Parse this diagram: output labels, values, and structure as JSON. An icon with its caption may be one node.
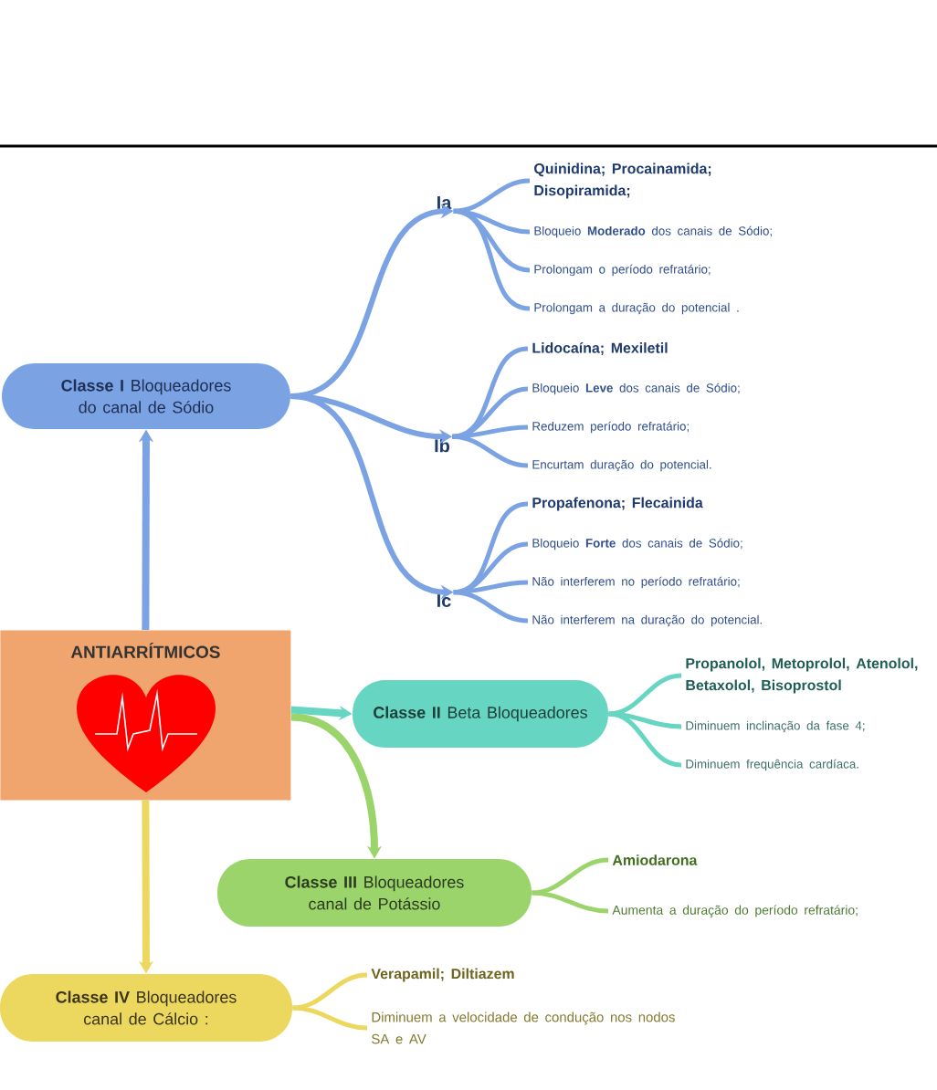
{
  "diagram": {
    "nodes": [
      {
        "text": [
          "ANTIARRÍTMICOS"
        ]
      },
      {
        "text": [
          "**Classe I** Bloqueadores do canal de Sódio"
        ]
      },
      {
        "text": [
          "Ia"
        ]
      },
      {
        "text": [
          "Ib"
        ]
      },
      {
        "text": [
          "Ic"
        ]
      },
      {
        "text": [
          "Quinidina; Procainamida; Disopiramida;"
        ]
      },
      {
        "text": [
          "Bloqueio **Moderado** dos canais de Sódio;"
        ]
      },
      {
        "text": [
          "Prolongam o período refratário;"
        ]
      },
      {
        "text": [
          "Prolongam a duração do potencial ."
        ]
      },
      {
        "text": [
          "Lidocaína; Mexiletil"
        ]
      },
      {
        "text": [
          "Bloqueio **Leve** dos canais de Sódio;"
        ]
      },
      {
        "text": [
          "Reduzem período refratário;"
        ]
      },
      {
        "text": [
          "Encurtam duração do potencial."
        ]
      },
      {
        "text": [
          "Propafenona; Flecainida"
        ]
      },
      {
        "text": [
          "Bloqueio **Forte** dos canais de Sódio;"
        ]
      },
      {
        "text": [
          "Não interferem no período refratário;"
        ]
      },
      {
        "text": [
          "Não interferem na duração do potencial."
        ]
      },
      {
        "text": [
          "**Classe II** Beta Bloqueadores"
        ]
      },
      {
        "text": [
          "Propanolol, Metoprolol, Atenolol, Betaxolol, Bisoprostol"
        ]
      },
      {
        "text": [
          "Diminuem inclinação da fase 4;"
        ]
      },
      {
        "text": [
          "Diminuem frequência cardíaca."
        ]
      },
      {
        "text": [
          "**Classe III** Bloqueadores canal de Potássio"
        ]
      },
      {
        "text": [
          "Amiodarona"
        ]
      },
      {
        "text": [
          "Aumenta a duração do período refratário;"
        ]
      },
      {
        "text": [
          "**Classe IV** Bloqueadores canal de Cálcio :"
        ]
      },
      {
        "text": [
          "Verapamil; Diltiazem"
        ]
      },
      {
        "text": [
          "Diminuem a velocidade de condução nos nodos SA e AV"
        ]
      }
    ],
    "edges": [
      {
        "from": 0,
        "to": 1,
        "arrow": "to"
      },
      {
        "from": 1,
        "to": 2,
        "arrow": "to"
      },
      {
        "from": 1,
        "to": 3,
        "arrow": "to"
      },
      {
        "from": 1,
        "to": 4,
        "arrow": "to"
      },
      {
        "from": 2,
        "to": 5,
        "arrow": "none"
      },
      {
        "from": 2,
        "to": 6,
        "arrow": "none"
      },
      {
        "from": 2,
        "to": 7,
        "arrow": "none"
      },
      {
        "from": 2,
        "to": 8,
        "arrow": "none"
      },
      {
        "from": 3,
        "to": 9,
        "arrow": "none"
      },
      {
        "from": 3,
        "to": 10,
        "arrow": "none"
      },
      {
        "from": 3,
        "to": 11,
        "arrow": "none"
      },
      {
        "from": 3,
        "to": 12,
        "arrow": "none"
      },
      {
        "from": 4,
        "to": 13,
        "arrow": "none"
      },
      {
        "from": 4,
        "to": 14,
        "arrow": "none"
      },
      {
        "from": 4,
        "to": 15,
        "arrow": "none"
      },
      {
        "from": 4,
        "to": 16,
        "arrow": "none"
      },
      {
        "from": 0,
        "to": 17,
        "arrow": "to",
        "color": "#66d6c3"
      },
      {
        "from": 17,
        "to": 18,
        "arrow": "none",
        "color": "#66d6c3"
      },
      {
        "from": 17,
        "to": 19,
        "arrow": "none",
        "color": "#66d6c3"
      },
      {
        "from": 17,
        "to": 20,
        "arrow": "none",
        "color": "#66d6c3"
      },
      {
        "from": 0,
        "to": 21,
        "arrow": "to",
        "color": "#9bd46a"
      },
      {
        "from": 21,
        "to": 22,
        "arrow": "none",
        "color": "#9bd46a"
      },
      {
        "from": 21,
        "to": 23,
        "arrow": "none",
        "color": "#9bd46a"
      },
      {
        "from": 0,
        "to": 24,
        "arrow": "to",
        "color": "#ecd85e"
      },
      {
        "from": 24,
        "to": 25,
        "arrow": "none",
        "color": "#ecd85e"
      },
      {
        "from": 24,
        "to": 26,
        "arrow": "none",
        "color": "#ecd85e"
      }
    ]
  }
}
